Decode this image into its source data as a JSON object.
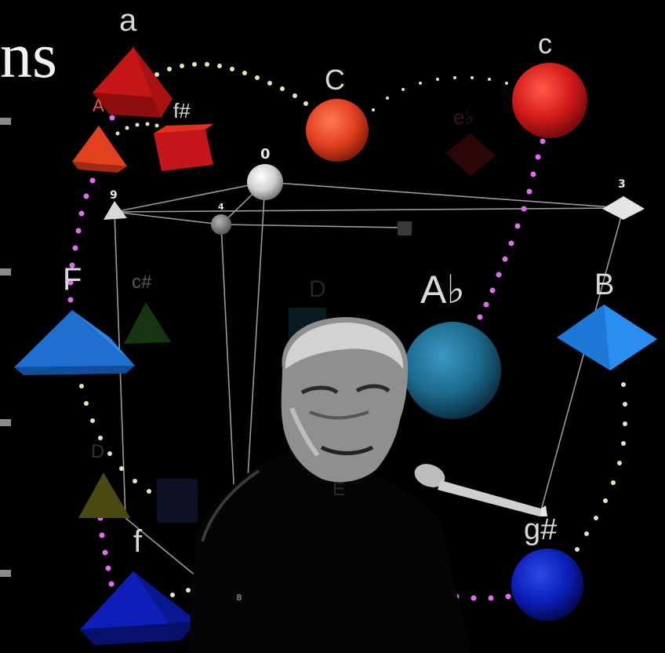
{
  "title_fragment": "ns",
  "labels": {
    "a_top": "a",
    "c_top_right": "c",
    "C_upper": "C",
    "f_sharp": "f#",
    "A_small": "A",
    "e_flat": "e♭",
    "F": "F",
    "c_sharp": "c#",
    "D": "D",
    "A_flat": "A♭",
    "B": "B",
    "D_lower": "D",
    "E": "E",
    "f_lower": "f",
    "g_sharp": "g#"
  },
  "numbers": {
    "n0": "0",
    "n3": "3",
    "n9": "9",
    "n4": "4",
    "n8": "8"
  },
  "colors": {
    "red": "#c4161c",
    "orange_red": "#e2401f",
    "blue": "#1e6fd0",
    "dark_blue": "#0d1fb8",
    "teal_blue": "#1d6a8c",
    "olive": "#4a4a10",
    "magenta_dot": "#e06cf0",
    "cream_dot": "#e8e3b8"
  },
  "portrait_icon": "person-portrait-icon",
  "microphone_icon": "microphone-icon"
}
